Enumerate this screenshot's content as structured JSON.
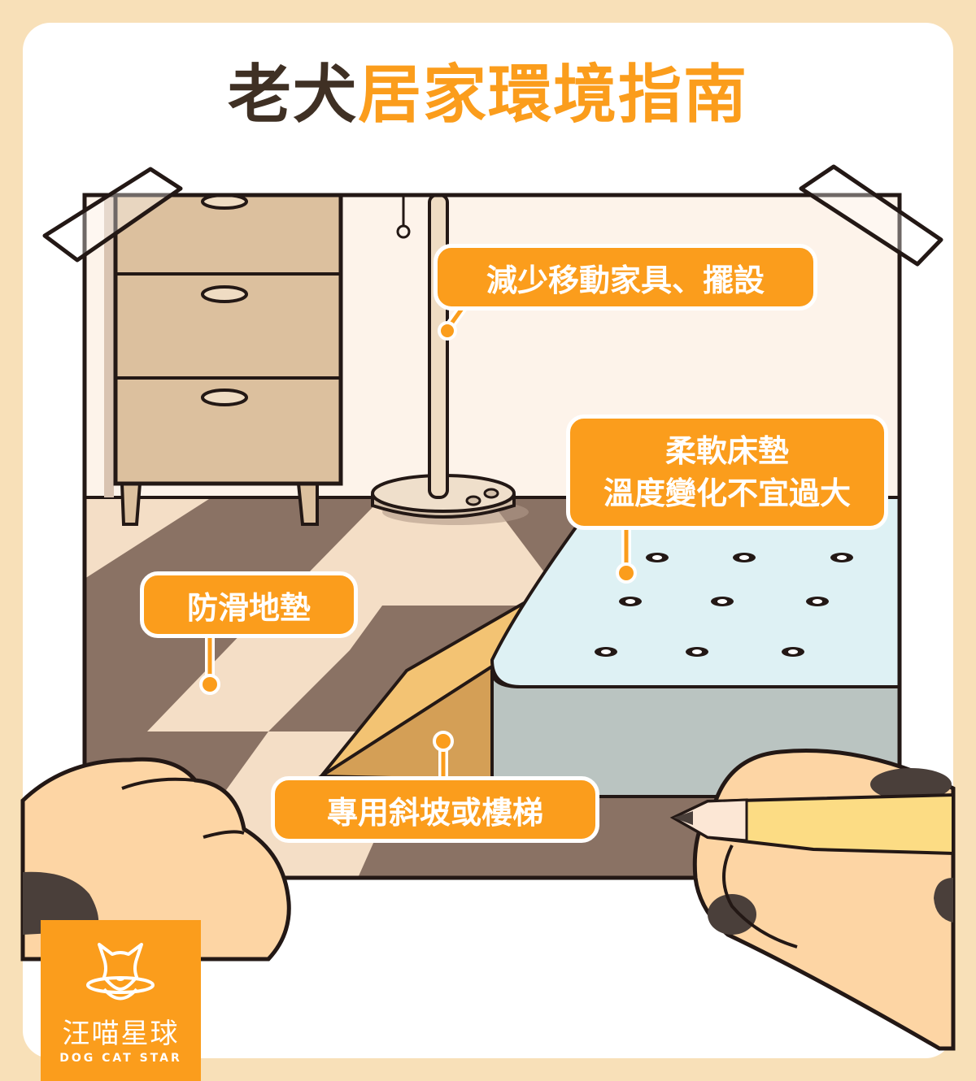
{
  "title": {
    "prefix": "老犬",
    "main": "居家環境指南",
    "prefix_color": "#3f3024",
    "main_color": "#fb9d1c"
  },
  "callouts": [
    {
      "id": "furniture",
      "lines": [
        "減少移動家具、擺設"
      ]
    },
    {
      "id": "mattress",
      "lines": [
        "柔軟床墊",
        "溫度變化不宜過大"
      ]
    },
    {
      "id": "mat",
      "lines": [
        "防滑地墊"
      ]
    },
    {
      "id": "ramp",
      "lines": [
        "專用斜坡或樓梯"
      ]
    }
  ],
  "logo": {
    "name_zh": "汪喵星球",
    "name_en": "DOG CAT STAR",
    "icon": "cat-face-planet-icon"
  },
  "colors": {
    "background": "#f8e0b8",
    "accent": "#fb9d1c",
    "outline": "#231815",
    "wall": "#fdf3ea",
    "floor_light": "#f4dec6",
    "floor_dark": "#8a7264",
    "mattress_top": "#def1f4",
    "mattress_side": "#bac4c1",
    "paw": "#fdd5a4",
    "dresser": "#dcc09e"
  }
}
